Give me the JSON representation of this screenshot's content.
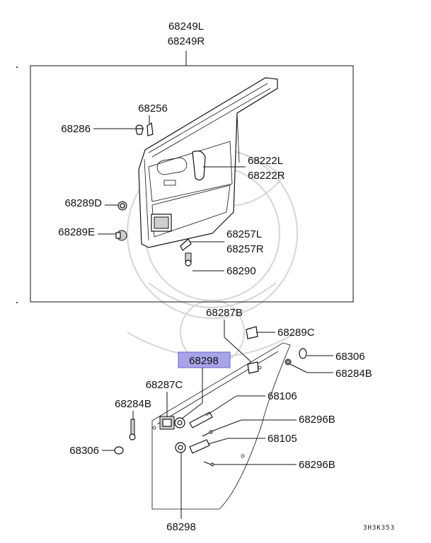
{
  "labels": {
    "panel_top": "68249L",
    "panel_top2": "68249R",
    "p68256": "68256",
    "p68286": "68286",
    "p68222L": "68222L",
    "p68222R": "68222R",
    "p68289D": "68289D",
    "p68289E": "68289E",
    "p68257L": "68257L",
    "p68257R": "68257R",
    "p68290": "68290",
    "p68287B": "68287B",
    "p68289C": "68289C",
    "p68306a": "68306",
    "p68284Ba": "68284B",
    "p68298hl": "68298",
    "p68287C": "68287C",
    "p68106": "68106",
    "p68284Bb": "68284B",
    "p68296Ba": "68296B",
    "p68306b": "68306",
    "p68105": "68105",
    "p68296Bb": "68296B",
    "p68298b": "68298",
    "code": "3H3K353"
  },
  "colors": {
    "highlight_fill": "#a9a4e8",
    "highlight_stroke": "#6b63c9",
    "line": "#111111"
  }
}
